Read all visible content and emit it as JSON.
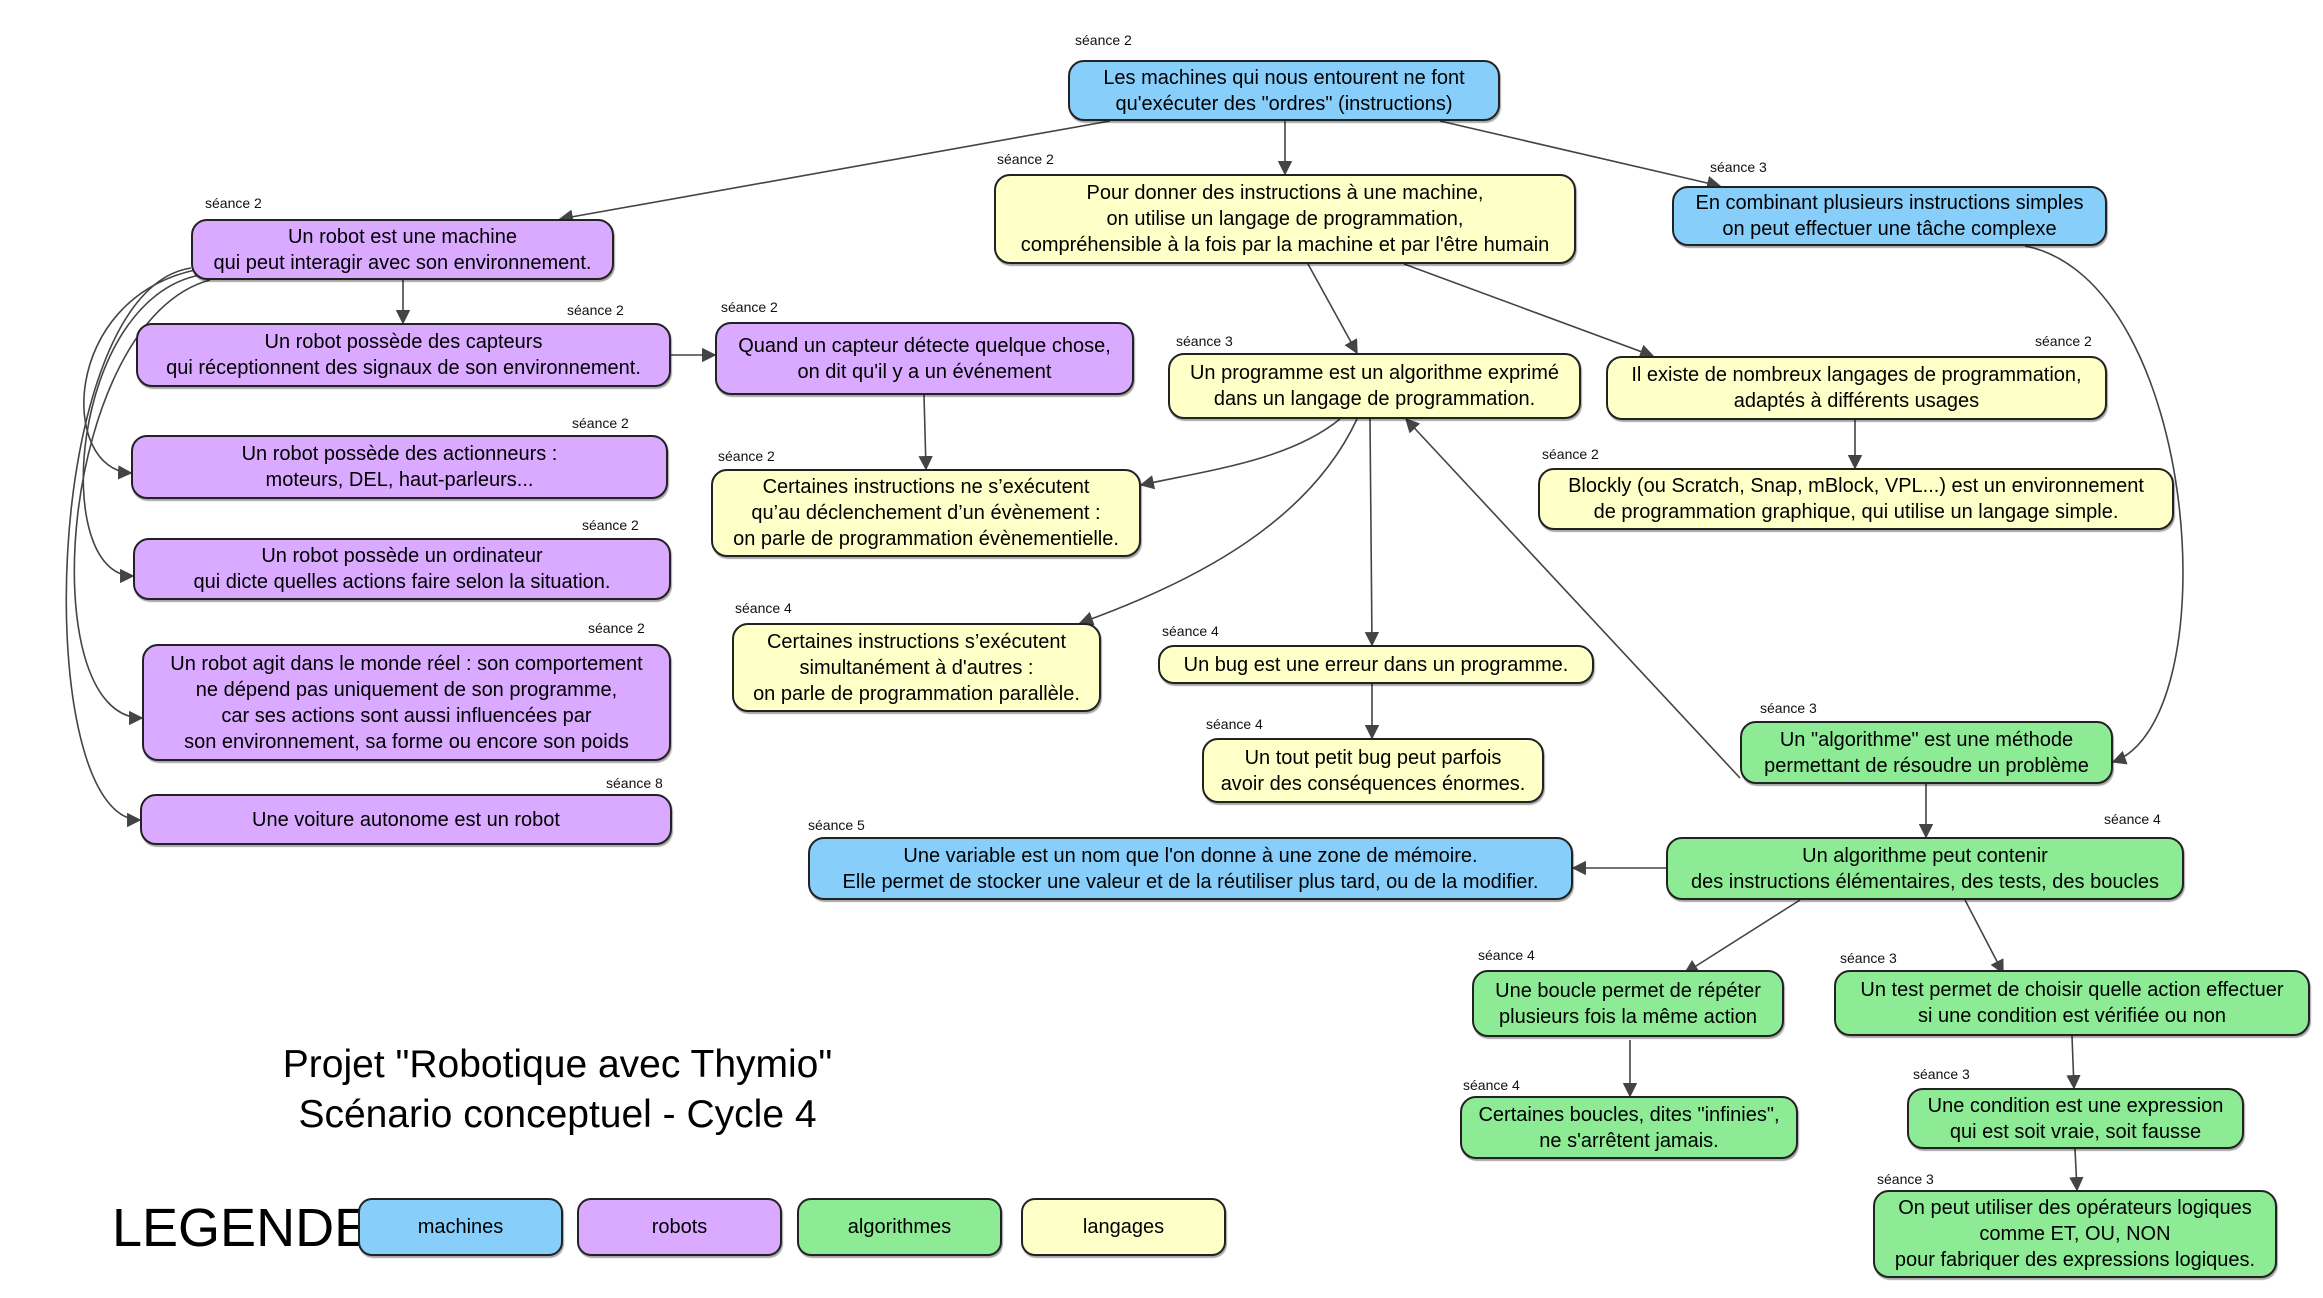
{
  "title": "Projet \"Robotique avec Thymio\"\nScénario conceptuel  - Cycle 4",
  "legend": {
    "label": "LEGENDE",
    "items": [
      {
        "key": "machines",
        "label": "machines",
        "color": "#87cefa"
      },
      {
        "key": "robots",
        "label": "robots",
        "color": "#d9aaff"
      },
      {
        "key": "algorithmes",
        "label": "algorithmes",
        "color": "#8ceb94"
      },
      {
        "key": "langages",
        "label": "langages",
        "color": "#ffffc8"
      }
    ]
  },
  "nodes": {
    "machines_ordres": {
      "seance": "séance 2",
      "category": "machines",
      "text": "Les machines qui nous entourent ne font\nqu'exécuter des \"ordres\" (instructions)"
    },
    "pour_donner": {
      "seance": "séance 2",
      "category": "langages",
      "text": "Pour donner des instructions à une machine,\non utilise un langage de programmation,\ncompréhensible à la fois par la machine et par l'être humain"
    },
    "combinant": {
      "seance": "séance 3",
      "category": "machines",
      "text": "En combinant plusieurs instructions simples\non peut effectuer une tâche complexe"
    },
    "robot_machine": {
      "seance": "séance 2",
      "category": "robots",
      "text": "Un robot est une machine\nqui peut interagir avec son environnement."
    },
    "capteurs": {
      "seance": "séance 2",
      "category": "robots",
      "text": "Un robot possède des capteurs\nqui réceptionnent des signaux de son environnement."
    },
    "quand_capteur": {
      "seance": "séance 2",
      "category": "robots",
      "text": "Quand un capteur détecte quelque chose,\non dit qu'il y a un événement"
    },
    "programme": {
      "seance": "séance 3",
      "category": "langages",
      "text": "Un programme est un algorithme exprimé\ndans un langage de programmation."
    },
    "il_existe": {
      "seance": "séance 2",
      "category": "langages",
      "text": "Il existe de nombreux langages de programmation,\nadaptés à différents usages"
    },
    "actionneurs": {
      "seance": "séance 2",
      "category": "robots",
      "text": "Un robot possède des actionneurs :\nmoteurs, DEL, haut-parleurs..."
    },
    "evenementielle": {
      "seance": "séance 2",
      "category": "langages",
      "text": "Certaines instructions ne s’exécutent\nqu’au déclenchement d’un évènement :\non parle de programmation évènementielle."
    },
    "blockly": {
      "seance": "séance 2",
      "category": "langages",
      "text": "Blockly (ou Scratch, Snap, mBlock, VPL...) est un environnement\nde programmation graphique, qui utilise un langage simple."
    },
    "ordinateur": {
      "seance": "séance 2",
      "category": "robots",
      "text": "Un robot possède un ordinateur\nqui dicte quelles actions faire selon la situation."
    },
    "parallele": {
      "seance": "séance 4",
      "category": "langages",
      "text": "Certaines instructions s’exécutent\nsimultanément à d'autres :\non parle de programmation parallèle."
    },
    "bug": {
      "seance": "séance 4",
      "category": "langages",
      "text": "Un bug est une erreur dans un programme."
    },
    "agit": {
      "seance": "séance 2",
      "category": "robots",
      "text": "Un robot agit dans le monde réel : son comportement\nne dépend pas uniquement de son programme,\ncar ses actions sont aussi influencées par\nson environnement, sa forme ou encore son poids"
    },
    "algorithme_methode": {
      "seance": "séance 3",
      "category": "algorithmes",
      "text": "Un \"algorithme\" est une méthode\npermettant de résoudre un problème"
    },
    "petit_bug": {
      "seance": "séance 4",
      "category": "langages",
      "text": "Un tout petit bug peut parfois\navoir des conséquences énormes."
    },
    "voiture": {
      "seance": "séance 8",
      "category": "robots",
      "text": "Une voiture autonome est un robot"
    },
    "variable": {
      "seance": "séance 5",
      "category": "machines",
      "text": "Une variable est un nom que l'on donne à une zone de mémoire.\nElle permet de stocker une valeur et de la réutiliser plus tard, ou de la modifier."
    },
    "algo_contenir": {
      "seance": "séance 4",
      "category": "algorithmes",
      "text": "Un algorithme peut contenir\ndes instructions élémentaires, des tests, des boucles"
    },
    "boucle": {
      "seance": "séance 4",
      "category": "algorithmes",
      "text": "Une boucle permet de répéter\nplusieurs fois la même action"
    },
    "test": {
      "seance": "séance 3",
      "category": "algorithmes",
      "text": "Un test permet de choisir quelle action effectuer\nsi une condition est vérifiée ou non"
    },
    "condition": {
      "seance": "séance 3",
      "category": "algorithmes",
      "text": "Une condition est une expression\nqui est soit vraie, soit fausse"
    },
    "infinies": {
      "seance": "séance 4",
      "category": "algorithmes",
      "text": "Certaines boucles, dites \"infinies\",\nne s'arrêtent jamais."
    },
    "operateurs": {
      "seance": "séance 3",
      "category": "algorithmes",
      "text": "On peut utiliser des opérateurs logiques\ncomme ET, OU,  NON\npour fabriquer des expressions logiques."
    }
  },
  "edges": [
    {
      "from": "machines_ordres",
      "to": "robot_machine"
    },
    {
      "from": "machines_ordres",
      "to": "pour_donner"
    },
    {
      "from": "machines_ordres",
      "to": "combinant"
    },
    {
      "from": "robot_machine",
      "to": "capteurs"
    },
    {
      "from": "robot_machine",
      "to": "actionneurs"
    },
    {
      "from": "robot_machine",
      "to": "ordinateur"
    },
    {
      "from": "robot_machine",
      "to": "agit"
    },
    {
      "from": "robot_machine",
      "to": "voiture"
    },
    {
      "from": "capteurs",
      "to": "quand_capteur"
    },
    {
      "from": "quand_capteur",
      "to": "evenementielle"
    },
    {
      "from": "pour_donner",
      "to": "programme"
    },
    {
      "from": "pour_donner",
      "to": "il_existe"
    },
    {
      "from": "il_existe",
      "to": "blockly"
    },
    {
      "from": "programme",
      "to": "evenementielle"
    },
    {
      "from": "programme",
      "to": "parallele"
    },
    {
      "from": "programme",
      "to": "bug"
    },
    {
      "from": "bug",
      "to": "petit_bug"
    },
    {
      "from": "algorithme_methode",
      "to": "programme"
    },
    {
      "from": "combinant",
      "to": "algorithme_methode"
    },
    {
      "from": "algorithme_methode",
      "to": "algo_contenir"
    },
    {
      "from": "algo_contenir",
      "to": "variable"
    },
    {
      "from": "algo_contenir",
      "to": "boucle"
    },
    {
      "from": "algo_contenir",
      "to": "test"
    },
    {
      "from": "boucle",
      "to": "infinies"
    },
    {
      "from": "test",
      "to": "condition"
    },
    {
      "from": "condition",
      "to": "operateurs"
    }
  ]
}
